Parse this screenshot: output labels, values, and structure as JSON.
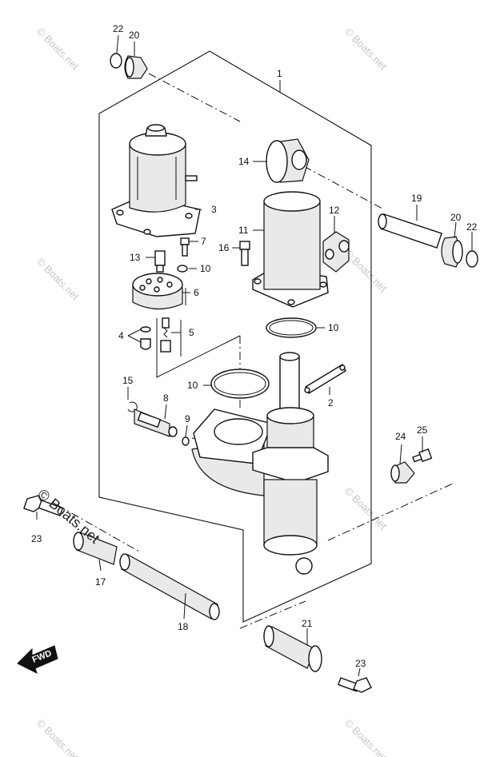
{
  "callouts": {
    "c1": "1",
    "c2": "2",
    "c3": "3",
    "c4": "4",
    "c5": "5",
    "c6": "6",
    "c7": "7",
    "c8": "8",
    "c9": "9",
    "c10a": "10",
    "c10b": "10",
    "c10c": "10",
    "c11": "11",
    "c12": "12",
    "c13": "13",
    "c14": "14",
    "c15": "15",
    "c16": "16",
    "c17": "17",
    "c18": "18",
    "c19": "19",
    "c20a": "20",
    "c20b": "20",
    "c21": "21",
    "c22a": "22",
    "c22b": "22",
    "c23a": "23",
    "c23b": "23",
    "c24": "24",
    "c25": "25"
  },
  "watermark": {
    "text": "© Boats.net",
    "prominent": "© Boats.net"
  },
  "fwd": {
    "label": "FWD"
  }
}
